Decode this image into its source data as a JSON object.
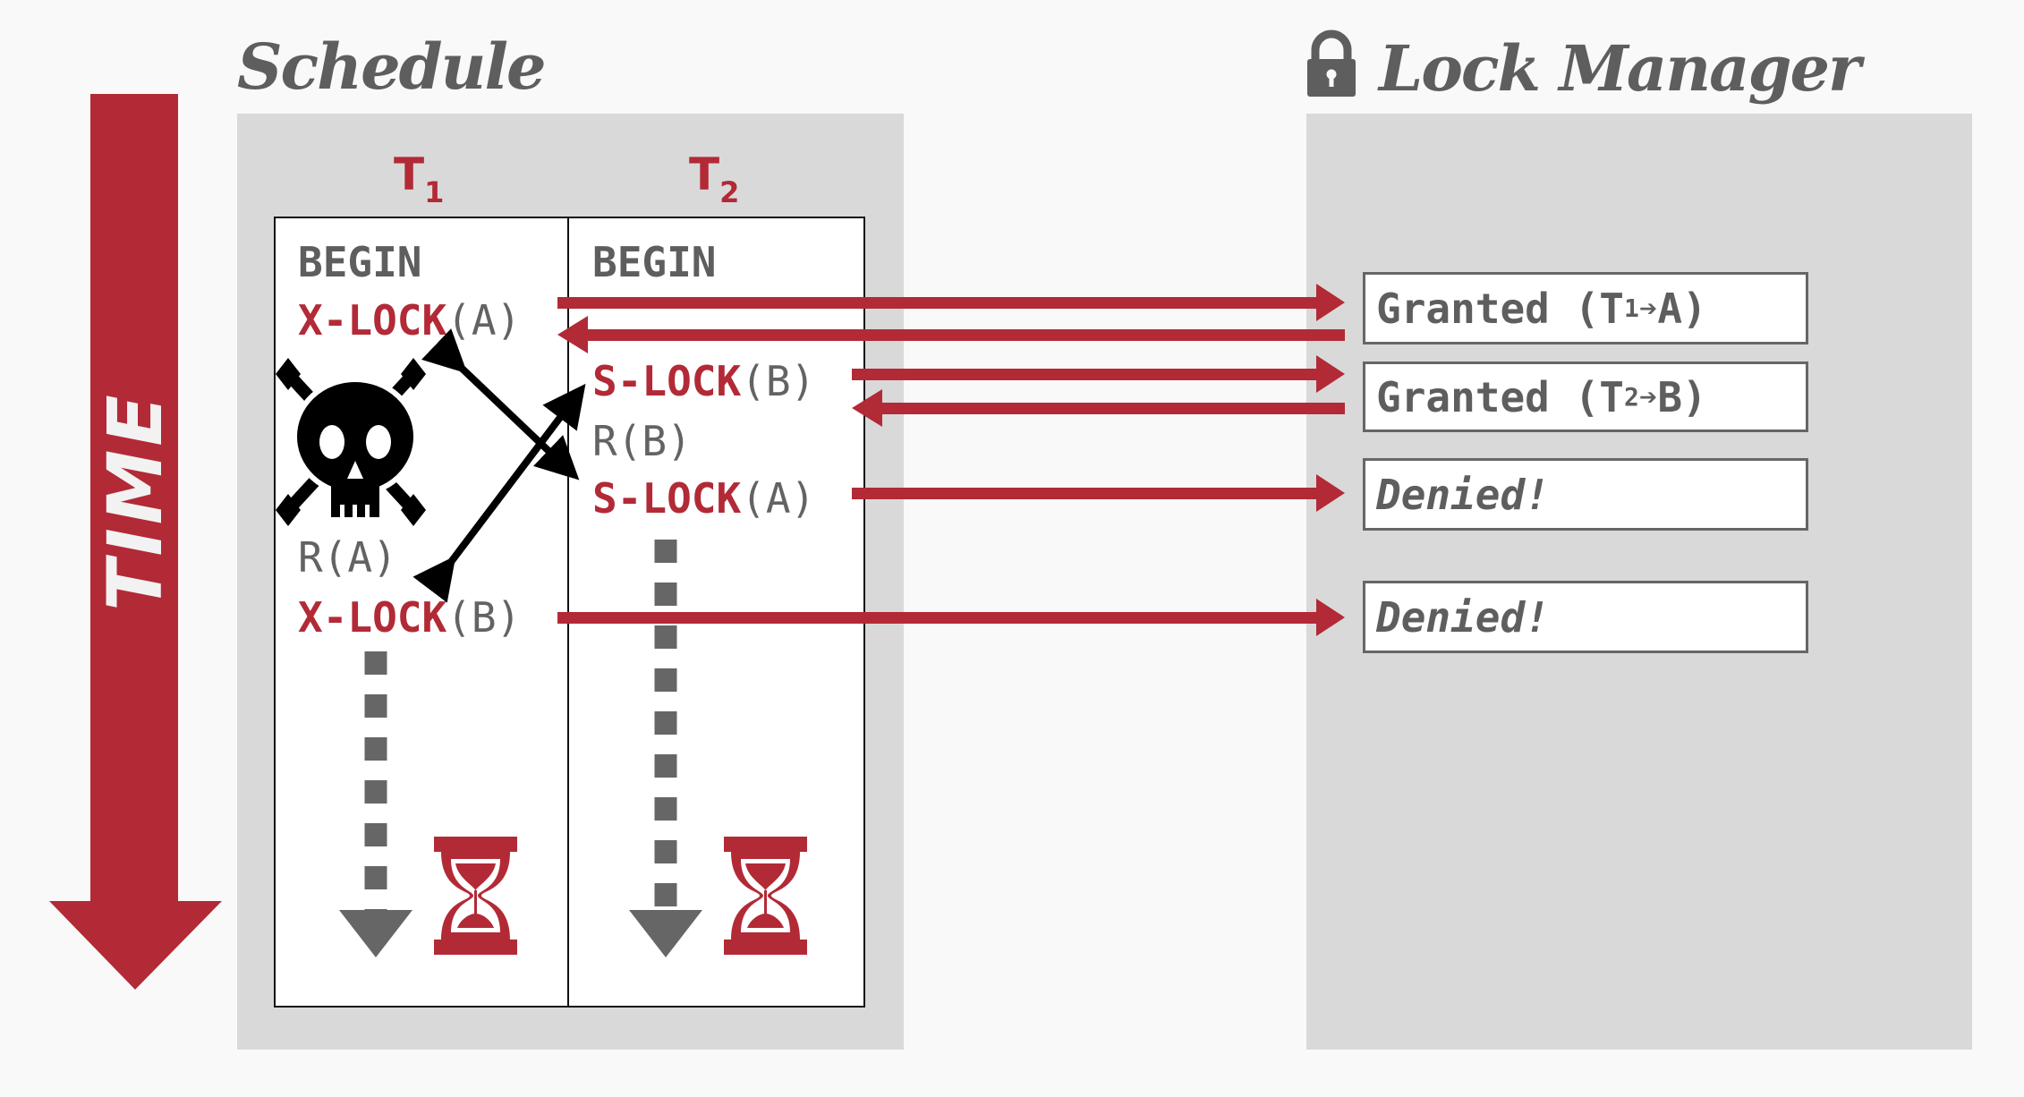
{
  "time_label": "TIME",
  "schedule": {
    "title": "Schedule",
    "transactions": [
      {
        "name": "T",
        "subscript": "1"
      },
      {
        "name": "T",
        "subscript": "2"
      }
    ],
    "t1_rows": [
      {
        "text": "BEGIN"
      },
      {
        "op": "X-LOCK",
        "arg": "(A)"
      },
      {
        "text": "R(A)"
      },
      {
        "op": "X-LOCK",
        "arg": "(B)"
      }
    ],
    "t2_rows": [
      {
        "text": "BEGIN"
      },
      {
        "op": "S-LOCK",
        "arg": "(B)"
      },
      {
        "text": "R(B)"
      },
      {
        "op": "S-LOCK",
        "arg": "(A)"
      }
    ],
    "deadlock_icon": "skull-crossbones-icon",
    "waiting_icon": "hourglass-icon"
  },
  "lock_manager": {
    "title": "Lock Manager",
    "icon": "lock-icon",
    "responses": [
      {
        "label": "Granted",
        "txn": "T",
        "sub": "1",
        "item": "A",
        "status": "granted"
      },
      {
        "label": "Granted",
        "txn": "T",
        "sub": "2",
        "item": "B",
        "status": "granted"
      },
      {
        "label": "Denied!",
        "status": "denied"
      },
      {
        "label": "Denied!",
        "status": "denied"
      }
    ]
  },
  "colors": {
    "accent": "#b22a36",
    "text_gray": "#636363",
    "panel": "#d9d9d9",
    "background": "#f9f9f9"
  }
}
